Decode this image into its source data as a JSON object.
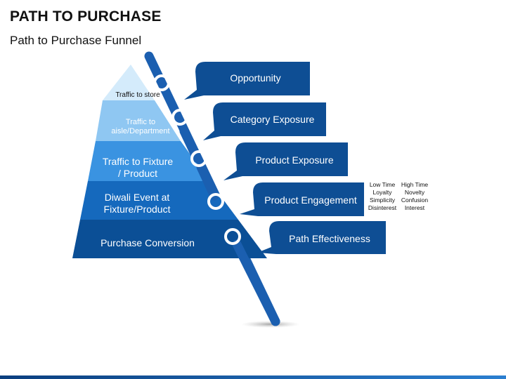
{
  "header": {
    "title": "PATH TO PURCHASE",
    "subtitle": "Path to Purchase Funnel"
  },
  "funnel": {
    "tiers": [
      {
        "label": "Traffic to store",
        "color": "#d4ebfb"
      },
      {
        "label": "Traffic to aisle/Department",
        "color": "#8fc7f2"
      },
      {
        "label": "Traffic to Fixture / Product",
        "color": "#3a93e1"
      },
      {
        "label": "Diwali Event at Fixture/Product",
        "color": "#1569bd"
      },
      {
        "label": "Purchase Conversion",
        "color": "#0b4f96"
      }
    ],
    "callouts": [
      {
        "label": "Opportunity"
      },
      {
        "label": "Category Exposure"
      },
      {
        "label": "Product Exposure"
      },
      {
        "label": "Product Engagement"
      },
      {
        "label": "Path Effectiveness"
      }
    ],
    "callout_color": "#0e4e94",
    "rod_color": "#1b5fb0"
  },
  "notes": {
    "low": [
      "Low Time",
      "Loyalty",
      "Simplicity",
      "Disinterest"
    ],
    "high": [
      "High Time",
      "Novelty",
      "Confusion",
      "Interest"
    ]
  }
}
